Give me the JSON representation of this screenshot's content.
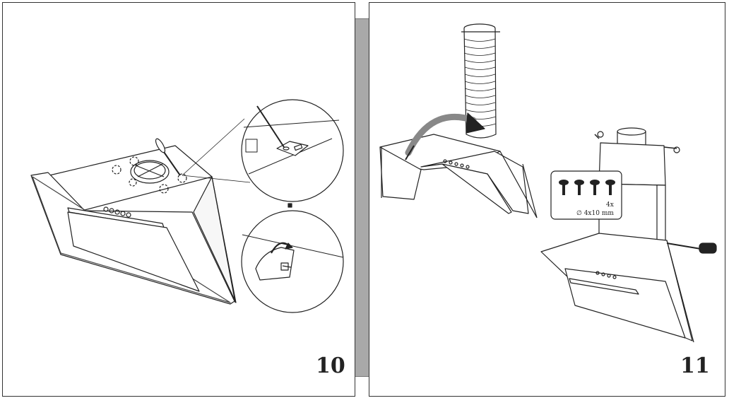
{
  "steps": {
    "left": "10",
    "right": "11"
  },
  "screw_callout": {
    "quantity": "4x",
    "size": "∅ 4x10 mm"
  }
}
